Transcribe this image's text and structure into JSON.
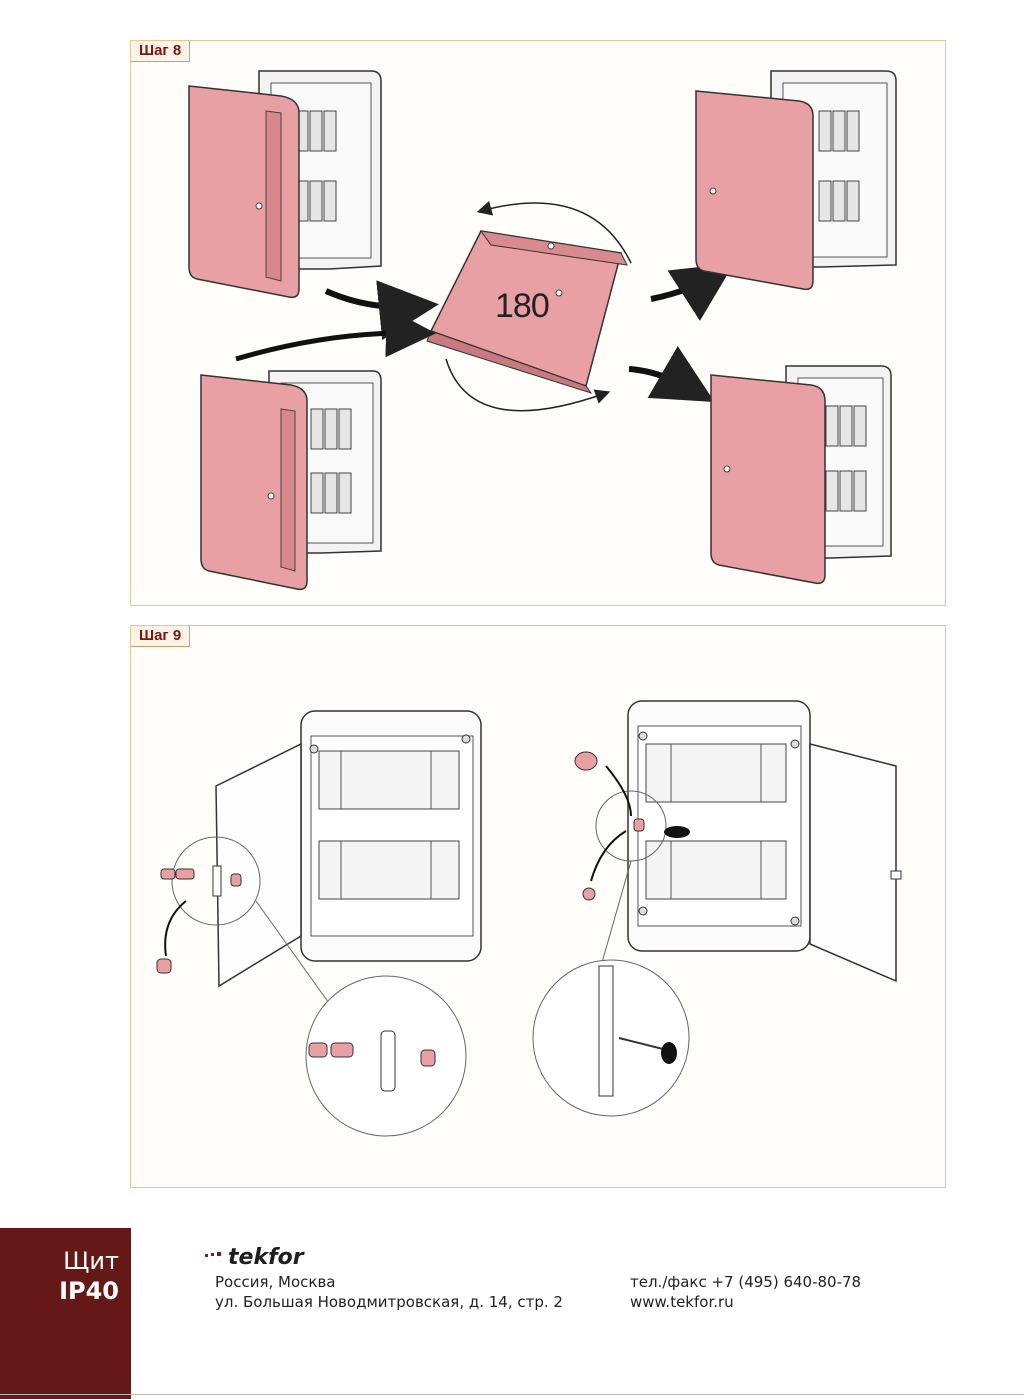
{
  "steps": {
    "step8": {
      "label": "Шаг 8",
      "rotation_label": "180"
    },
    "step9": {
      "label": "Шаг 9"
    }
  },
  "footer": {
    "band_line1": "Щит",
    "band_line2": "IP40",
    "logo": "tekfor",
    "address_line1": "Россия, Москва",
    "address_line2": "ул. Большая Новодмитровская, д. 14, стр. 2",
    "phone": "тел./факс +7 (495) 640-80-78",
    "website": "www.tekfor.ru"
  },
  "colors": {
    "door_fill": "#e8a0a4",
    "band": "#651818",
    "panel_border": "#e2c79a",
    "tab_text": "#7a1616"
  }
}
